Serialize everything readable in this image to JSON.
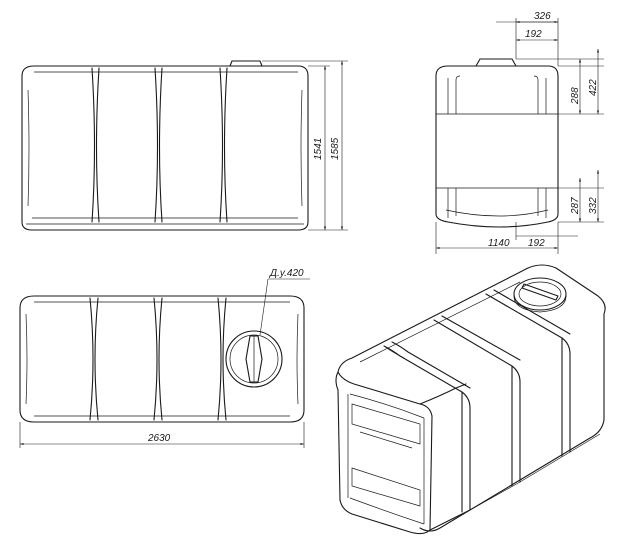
{
  "dimensions": {
    "height_inner": "1541",
    "height_outer": "1585",
    "width_top": "326",
    "neck_width": "192",
    "top_band_height": "288",
    "top_band_total": "422",
    "bottom_band_height": "287",
    "bottom_band_total": "332",
    "depth": "1140",
    "depth_offset": "192",
    "length": "2630",
    "nozzle_label": "Д.у.420"
  }
}
